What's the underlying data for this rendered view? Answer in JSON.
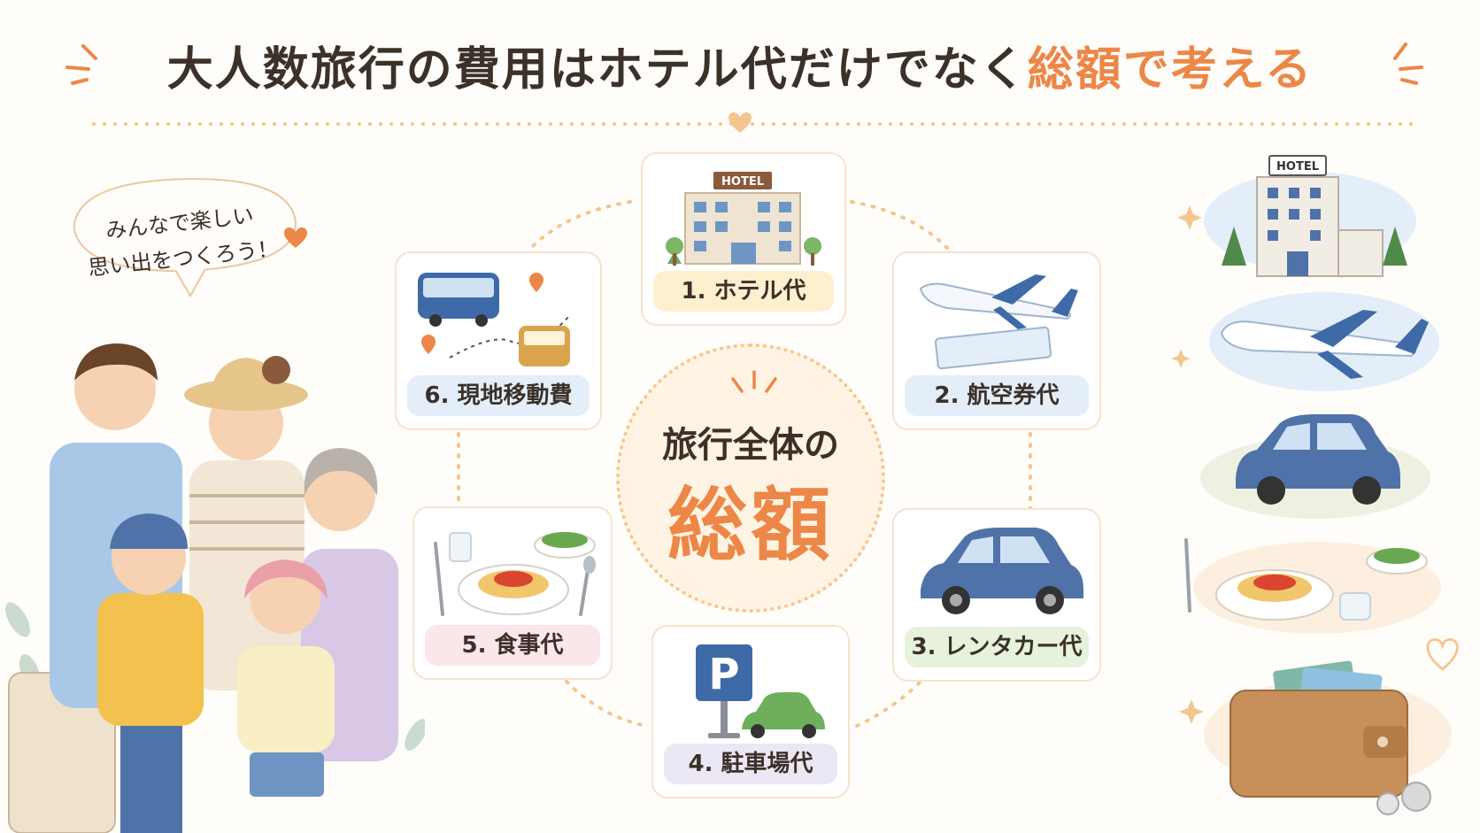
{
  "title": {
    "main": "大人数旅行の費用はホテル代だけでなく",
    "accent": "総額で考える"
  },
  "speech_bubble": {
    "line1": "みんなで楽しい",
    "line2": "思い出をつくろう！"
  },
  "hub": {
    "top": "旅行全体の",
    "main": "総額"
  },
  "hotel_sign": "HOTEL",
  "items": [
    {
      "label": "1. ホテル代",
      "icon": "hotel-icon",
      "label_color": "#fdf0cf"
    },
    {
      "label": "2. 航空券代",
      "icon": "airplane-icon",
      "label_color": "#e3eef8"
    },
    {
      "label": "3. レンタカー代",
      "icon": "car-icon",
      "label_color": "#e7f2dc"
    },
    {
      "label": "4. 駐車場代",
      "icon": "parking-icon",
      "label_color": "#ece7f4"
    },
    {
      "label": "5. 食事代",
      "icon": "meal-icon",
      "label_color": "#fbe6ea"
    },
    {
      "label": "6. 現地移動費",
      "icon": "bus-train-icon",
      "label_color": "#e3eef8"
    }
  ],
  "parking_sign": "P",
  "colors": {
    "accent": "#ec8747",
    "text": "#3b3129",
    "dot": "#f3c690"
  }
}
